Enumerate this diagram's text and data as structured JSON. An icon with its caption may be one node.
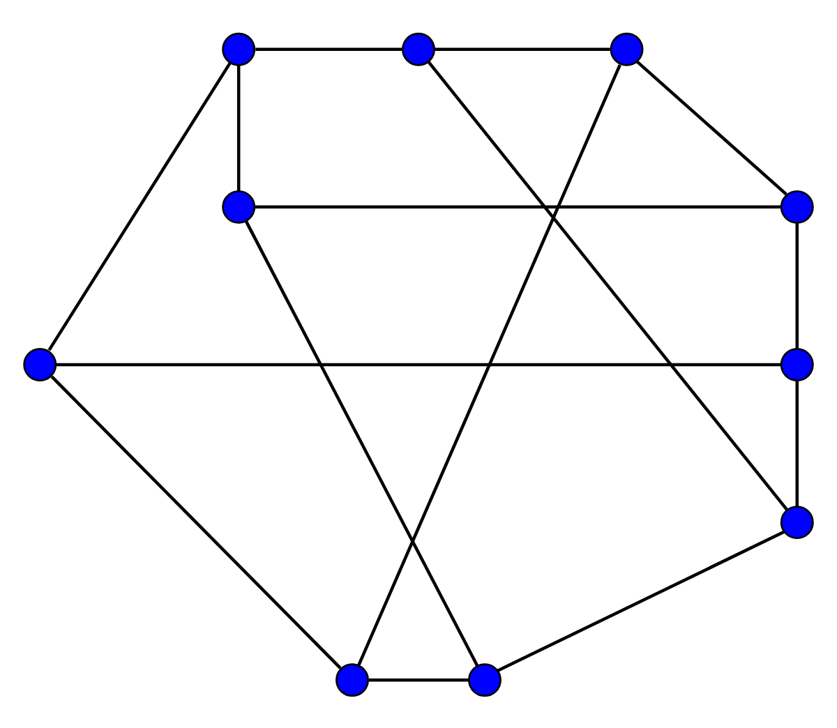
{
  "diagram": {
    "nodes": [
      {
        "text": [],
        "shape": "circle"
      },
      {
        "text": [],
        "shape": "circle"
      },
      {
        "text": [],
        "shape": "circle"
      },
      {
        "text": [],
        "shape": "circle"
      },
      {
        "text": [],
        "shape": "circle"
      },
      {
        "text": [],
        "shape": "circle"
      },
      {
        "text": [],
        "shape": "circle"
      },
      {
        "text": [],
        "shape": "circle"
      },
      {
        "text": [],
        "shape": "circle"
      },
      {
        "text": [],
        "shape": "circle"
      }
    ],
    "edges": [
      {
        "from": 0,
        "to": 1,
        "arrow": "none"
      },
      {
        "from": 1,
        "to": 2,
        "arrow": "none"
      },
      {
        "from": 0,
        "to": 5,
        "arrow": "none"
      },
      {
        "from": 0,
        "to": 3,
        "arrow": "none"
      },
      {
        "from": 3,
        "to": 9,
        "arrow": "none"
      },
      {
        "from": 2,
        "to": 4,
        "arrow": "none"
      },
      {
        "from": 4,
        "to": 6,
        "arrow": "none"
      },
      {
        "from": 6,
        "to": 7,
        "arrow": "none"
      },
      {
        "from": 7,
        "to": 9,
        "arrow": "none"
      },
      {
        "from": 3,
        "to": 4,
        "arrow": "none"
      },
      {
        "from": 5,
        "to": 6,
        "arrow": "none"
      },
      {
        "from": 2,
        "to": 8,
        "arrow": "none"
      },
      {
        "from": 1,
        "to": 7,
        "arrow": "none"
      },
      {
        "from": 5,
        "to": 8,
        "arrow": "none"
      },
      {
        "from": 8,
        "to": 9,
        "arrow": "none"
      }
    ]
  }
}
